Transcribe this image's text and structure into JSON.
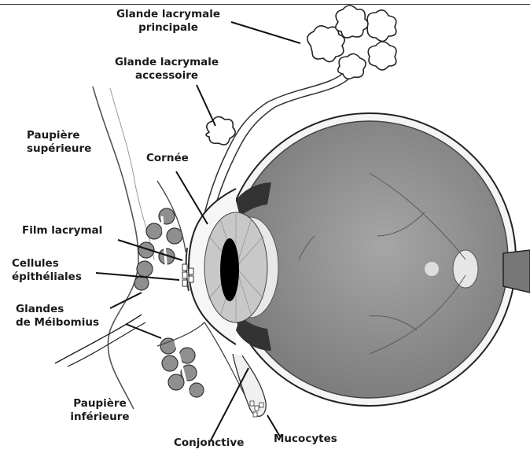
{
  "labels": {
    "main_gland_1": "Glande lacrymale",
    "main_gland_2": "principale",
    "accessory_gland_1": "Glande lacrymale",
    "accessory_gland_2": "accessoire",
    "upper_lid_1": "Paupière",
    "upper_lid_2": "supérieure",
    "cornea": "Cornée",
    "tear_film": "Film lacrymal",
    "epithelial_1": "Cellules",
    "epithelial_2": "épithéliales",
    "meibomian_1": "Glandes",
    "meibomian_2": "de Méibomius",
    "lower_lid_1": "Paupière",
    "lower_lid_2": "inférieure",
    "conjunctiva": "Conjonctive",
    "mucocytes": "Mucocytes"
  },
  "colors": {
    "ink": "#1a1a1a",
    "eyeball": "#8a8a8a",
    "sclera_rim": "#d9d9d9",
    "gland_fill": "#8f8f8f",
    "lens": "#e8e8e8",
    "iris": "#c8c8c8",
    "pupil": "#000000"
  }
}
